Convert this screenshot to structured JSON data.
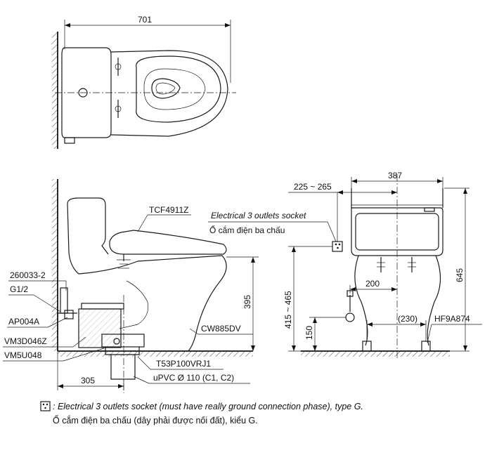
{
  "dimensions": {
    "overall_length": "701",
    "overall_width": "387",
    "height": "645",
    "seat_height": "395",
    "rough_in": "305",
    "supply_height": "150",
    "socket_offset": "225 ~ 265",
    "socket_height": "415 ~ 465",
    "supply_offset": "200",
    "bolt_spacing": "(230)"
  },
  "parts": {
    "seat": "TCF4911Z",
    "bowl": "CW885DV",
    "fitting_a": "260033-2",
    "thread": "G1/2",
    "valve": "AP004A",
    "flange": "VM3D046Z",
    "seal": "VM5U048",
    "drain": "T53P100VRJ1",
    "pipe": "uPVC Ø 110 (C1, C2)",
    "bolts": "HF9A874"
  },
  "socket_label": {
    "en": "Electrical 3 outlets socket",
    "vi": "Ổ cắm điện ba chấu"
  },
  "footnote": {
    "en": ": Electrical 3 outlets socket (must have really ground connection phase), type G.",
    "vi": "Ổ cắm điện ba chấu (dây phải được nối đất), kiểu G."
  }
}
